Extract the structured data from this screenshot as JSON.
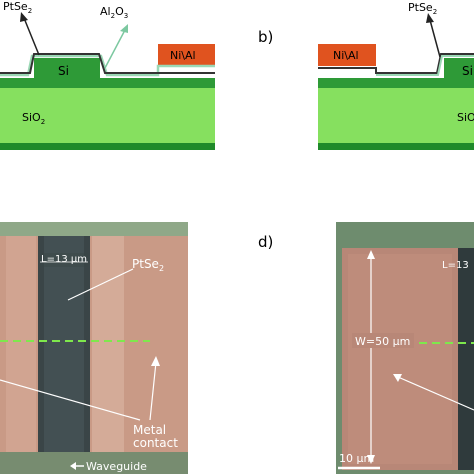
{
  "panels": {
    "a": {
      "ptse2": "PtSe",
      "al2o3": "Al",
      "si": "Si",
      "sio2": "SiO",
      "contact": "Ni\\Al",
      "sub2": "2",
      "sub3": "3"
    },
    "b": {
      "letter": "b)",
      "ptse2": "PtSe",
      "contact": "Ni\\Al",
      "si": "Si",
      "sio2": "SiO",
      "sub2": "2"
    },
    "c": {
      "length": "L=13 μm",
      "ptse2": "PtSe",
      "sub2": "2",
      "metal": "Metal",
      "contact": "contact",
      "waveguide": "Waveguide"
    },
    "d": {
      "letter": "d)",
      "length": "L=13",
      "width": "W=50 μm",
      "scale": "10 μm"
    }
  },
  "colors": {
    "substrate_green": "#7ed957",
    "oxide_green": "#9ce86a",
    "dark_green": "#1f8a2a",
    "contact_orange": "#e0531f",
    "ptse2_line": "#333333",
    "al2o3_line": "#9bd8b5",
    "contact_sem": "#c99a86",
    "channel_sem": "#3a4547",
    "background_sem": "#6e8c6e",
    "waveguide_dash": "#7ee84c"
  }
}
